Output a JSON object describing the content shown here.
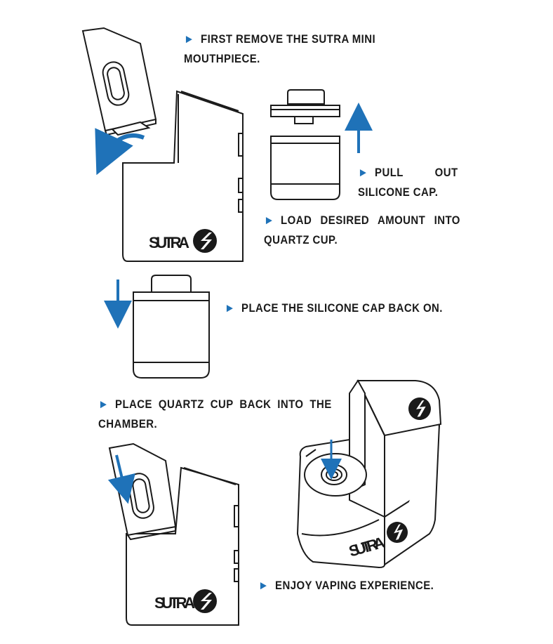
{
  "steps": [
    {
      "arrow": "►",
      "text": "First remove the Sutra Mini mouthpiece."
    },
    {
      "arrow": "►",
      "text": "Pull out silicone cap."
    },
    {
      "arrow": "►",
      "text": "Load desired amount into quartz cup."
    },
    {
      "arrow": "►",
      "text": "Place the silicone cap back on."
    },
    {
      "arrow": "►",
      "text": "Place quartz cup back into the chamber."
    },
    {
      "arrow": "►",
      "text": "Enjoy vaping experience."
    }
  ],
  "brand": {
    "name": "SUTRA"
  },
  "colors": {
    "accent": "#1f72b8",
    "ink": "#1a1a1a",
    "background": "#ffffff"
  }
}
